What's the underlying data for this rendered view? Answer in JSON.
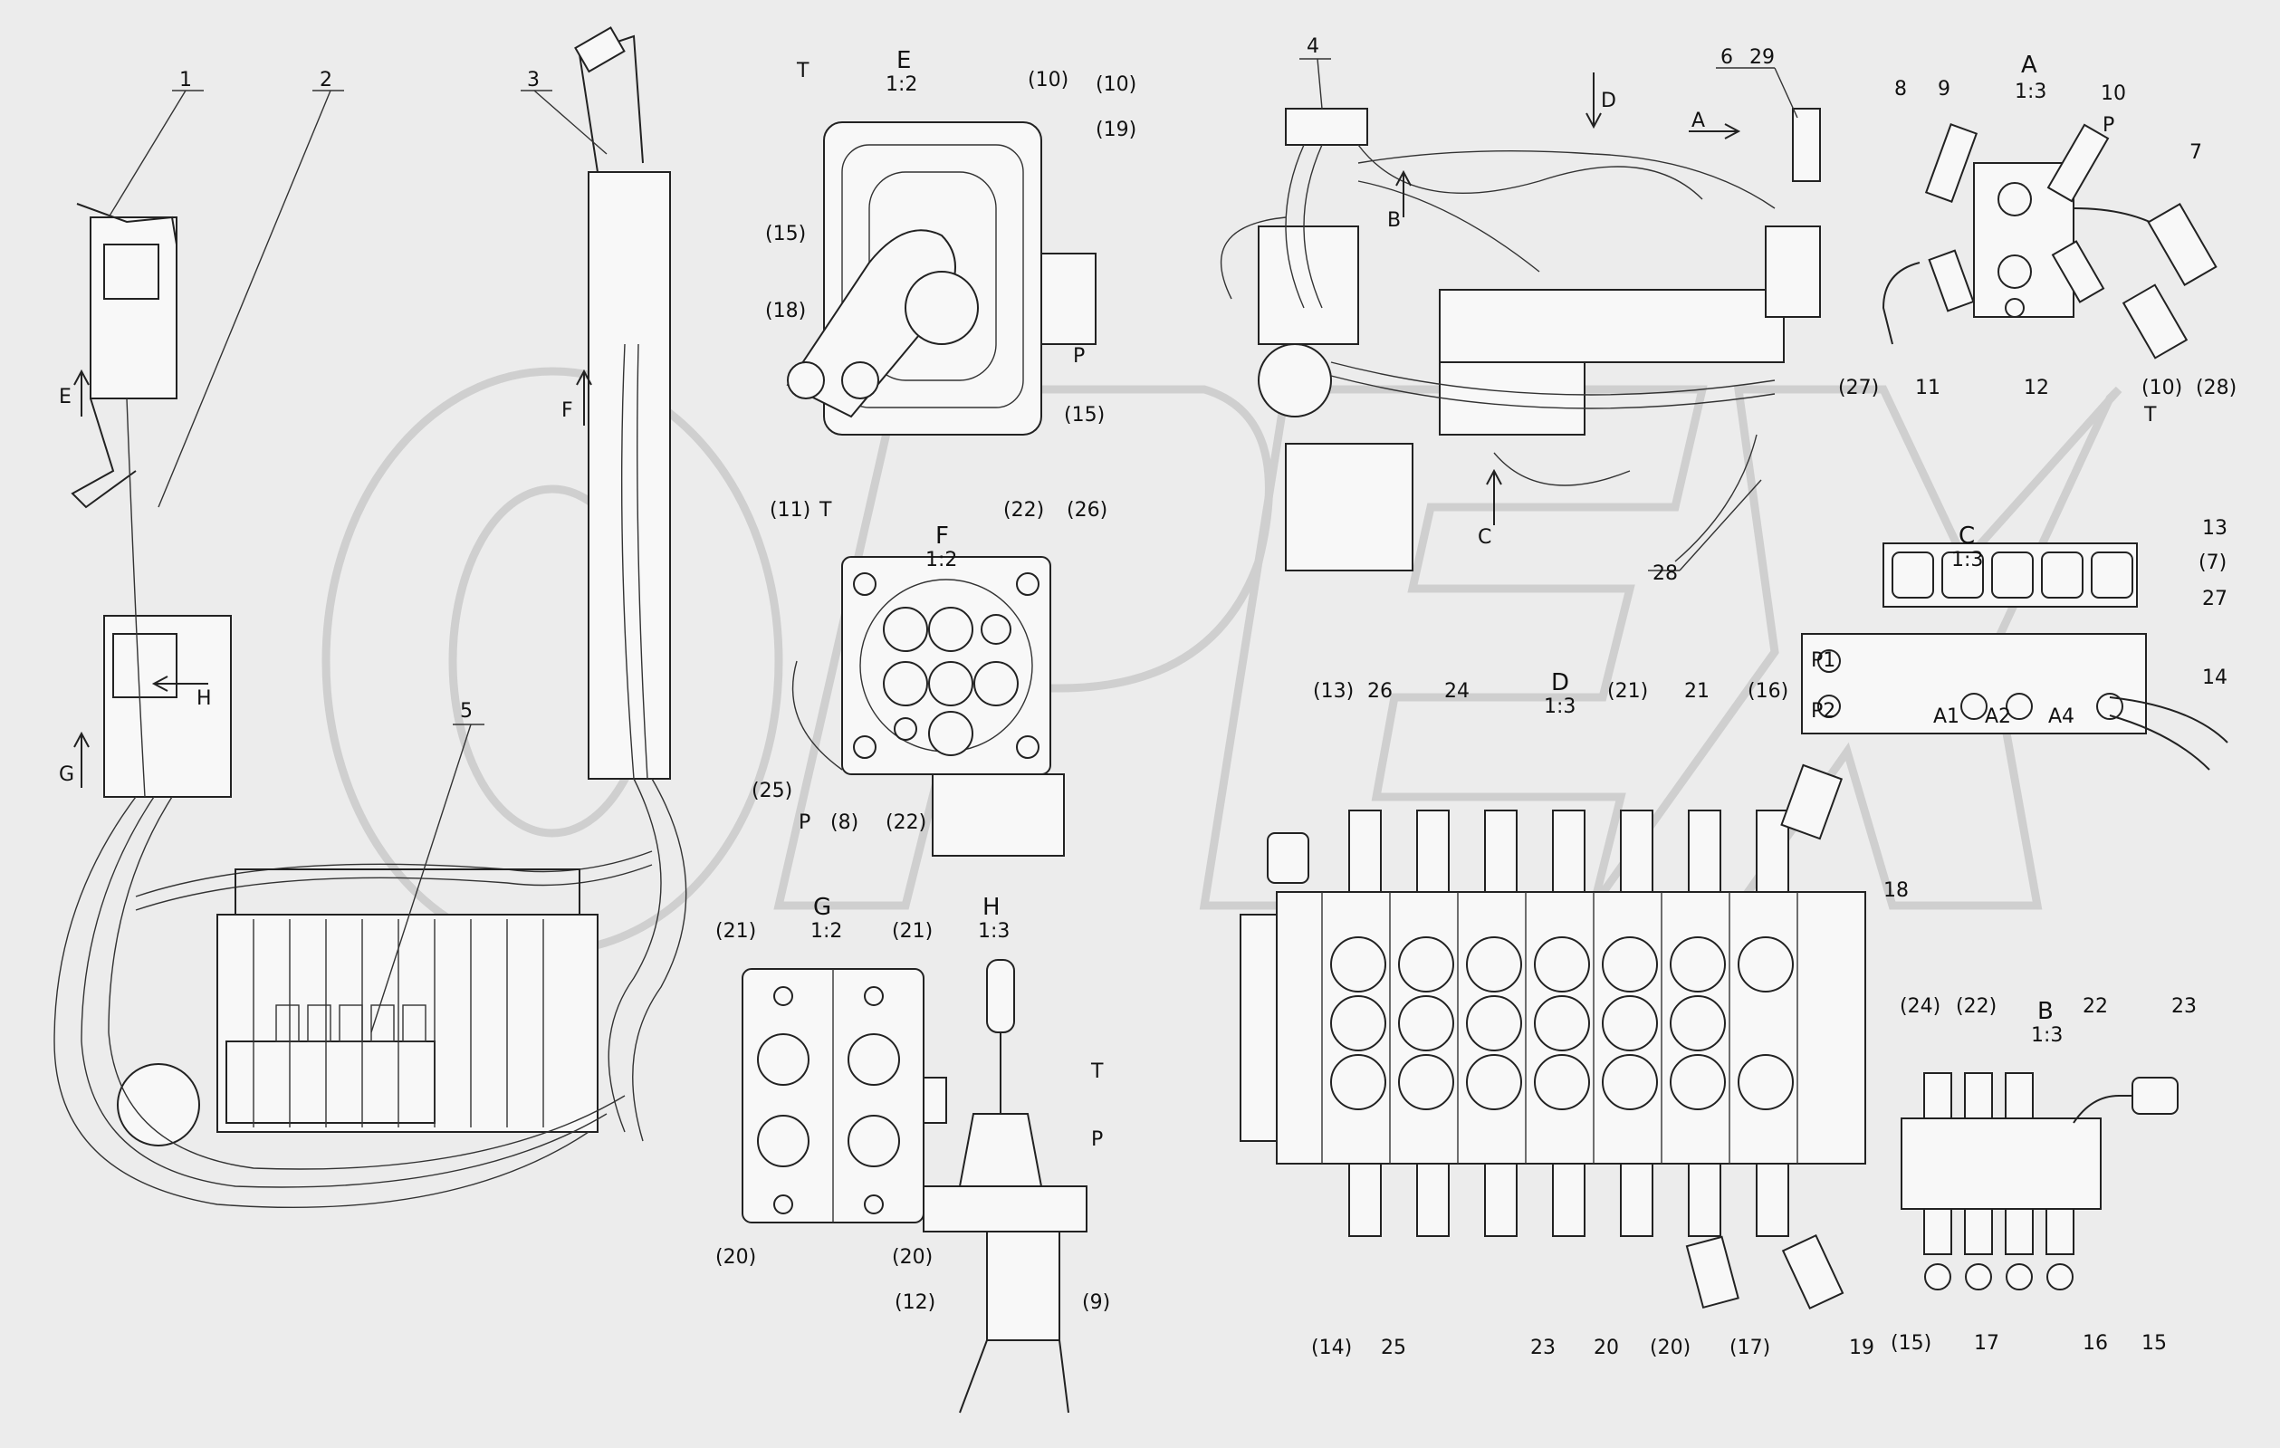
{
  "views": {
    "E": {
      "letter": "E",
      "scale": "1:2",
      "labels": [
        "T",
        "(10)",
        "(10)",
        "(19)",
        "(15)",
        "(18)",
        "P",
        "(15)"
      ]
    },
    "F": {
      "letter": "F",
      "scale": "1:2",
      "labels": [
        "(11)",
        "T",
        "(22)",
        "(26)",
        "(25)",
        "P",
        "(8)",
        "(22)"
      ]
    },
    "G": {
      "letter": "G",
      "scale": "1:2",
      "labels": [
        "(21)",
        "(21)",
        "(20)",
        "(20)"
      ]
    },
    "H": {
      "letter": "H",
      "scale": "1:3",
      "labels": [
        "T",
        "P",
        "(12)",
        "(9)"
      ]
    },
    "A": {
      "letter": "A",
      "scale": "1:3",
      "labels": [
        "8",
        "9",
        "10",
        "P",
        "7",
        "(27)",
        "11",
        "12",
        "(10)",
        "T",
        "(28)"
      ]
    },
    "C": {
      "letter": "C",
      "scale": "1:3",
      "labels": [
        "13",
        "(7)",
        "27",
        "14",
        "P1",
        "P2",
        "A1",
        "A2",
        "A4"
      ]
    },
    "D": {
      "letter": "D",
      "scale": "1:3",
      "labels": [
        "(13)",
        "26",
        "24",
        "(21)",
        "21",
        "(16)",
        "18",
        "(14)",
        "25",
        "23",
        "20",
        "(20)",
        "(17)",
        "19"
      ]
    },
    "B": {
      "letter": "B",
      "scale": "1:3",
      "labels": [
        "(24)",
        "(22)",
        "22",
        "23",
        "(15)",
        "17",
        "16",
        "15"
      ]
    }
  },
  "callouts": [
    "1",
    "2",
    "3",
    "4",
    "5",
    "6",
    "29",
    "28"
  ],
  "arrows": [
    "E",
    "F",
    "G",
    "H",
    "A",
    "B",
    "C",
    "D"
  ],
  "watermark": "OPEX"
}
